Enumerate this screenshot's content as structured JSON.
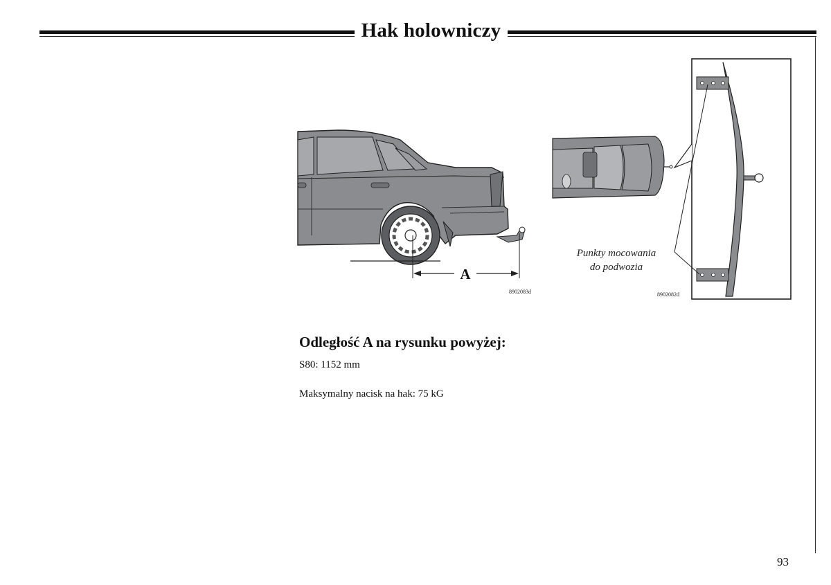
{
  "header": {
    "title": "Hak holowniczy"
  },
  "figures": {
    "side_view": {
      "dimension_label": "A",
      "code": "8902083d"
    },
    "top_view": {
      "caption_line1": "Punkty mocowania",
      "caption_line2": "do podwozia",
      "code": "8902082d"
    }
  },
  "content": {
    "heading": "Odległość A na rysunku powyżej:",
    "spec_s80": "S80: 1152 mm",
    "spec_max_load": "Maksymalny nacisk na hak: 75 kG"
  },
  "footer": {
    "page_number": "93"
  }
}
